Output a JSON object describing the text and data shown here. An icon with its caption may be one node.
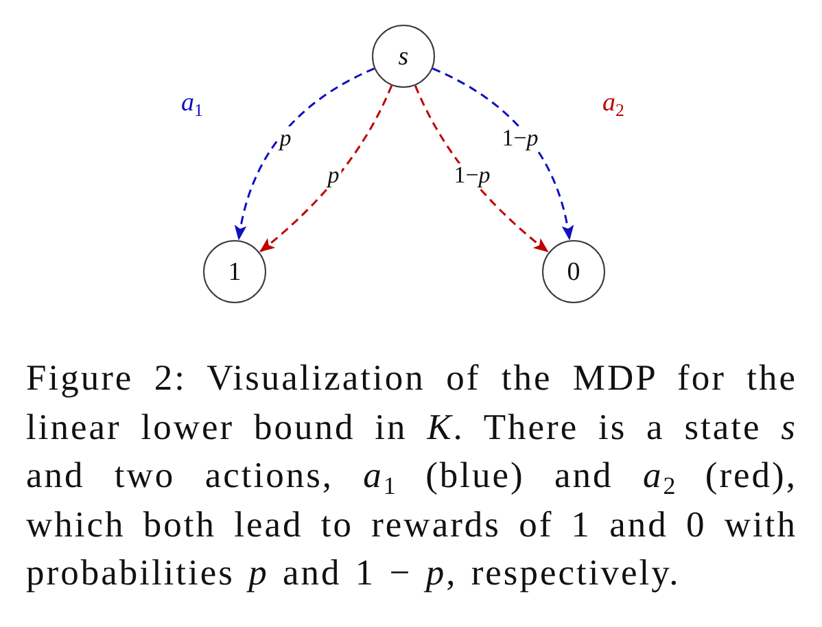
{
  "diagram": {
    "caption": "Figure 2: Visualization of the MDP for the linear lower bound in *K*. There is a state *s* and two actions, *a*$_{1}$ (blue) and *a*$_{2}$ (red), which both lead to rewards of 1 and 0 with probabilities *p* and 1 − *p*, respectively.",
    "nodes": [
      {
        "text": [
          "s"
        ]
      },
      {
        "text": [
          "1"
        ]
      },
      {
        "text": [
          "0"
        ]
      }
    ],
    "edges": [
      {
        "from": 0,
        "to": 1,
        "arrow": "to",
        "label": "p",
        "style": "dashed",
        "color": "#1010c0"
      },
      {
        "from": 0,
        "to": 1,
        "arrow": "to",
        "label": "p",
        "style": "dashed",
        "color": "#c00000"
      },
      {
        "from": 0,
        "to": 2,
        "arrow": "to",
        "label": "1−*p*",
        "style": "dashed",
        "color": "#c00000"
      },
      {
        "from": 0,
        "to": 2,
        "arrow": "to",
        "label": "1−*p*",
        "style": "dashed",
        "color": "#1010c0"
      }
    ],
    "labels": [
      "*a*$_{1}$",
      "*a*$_{2}$"
    ]
  }
}
